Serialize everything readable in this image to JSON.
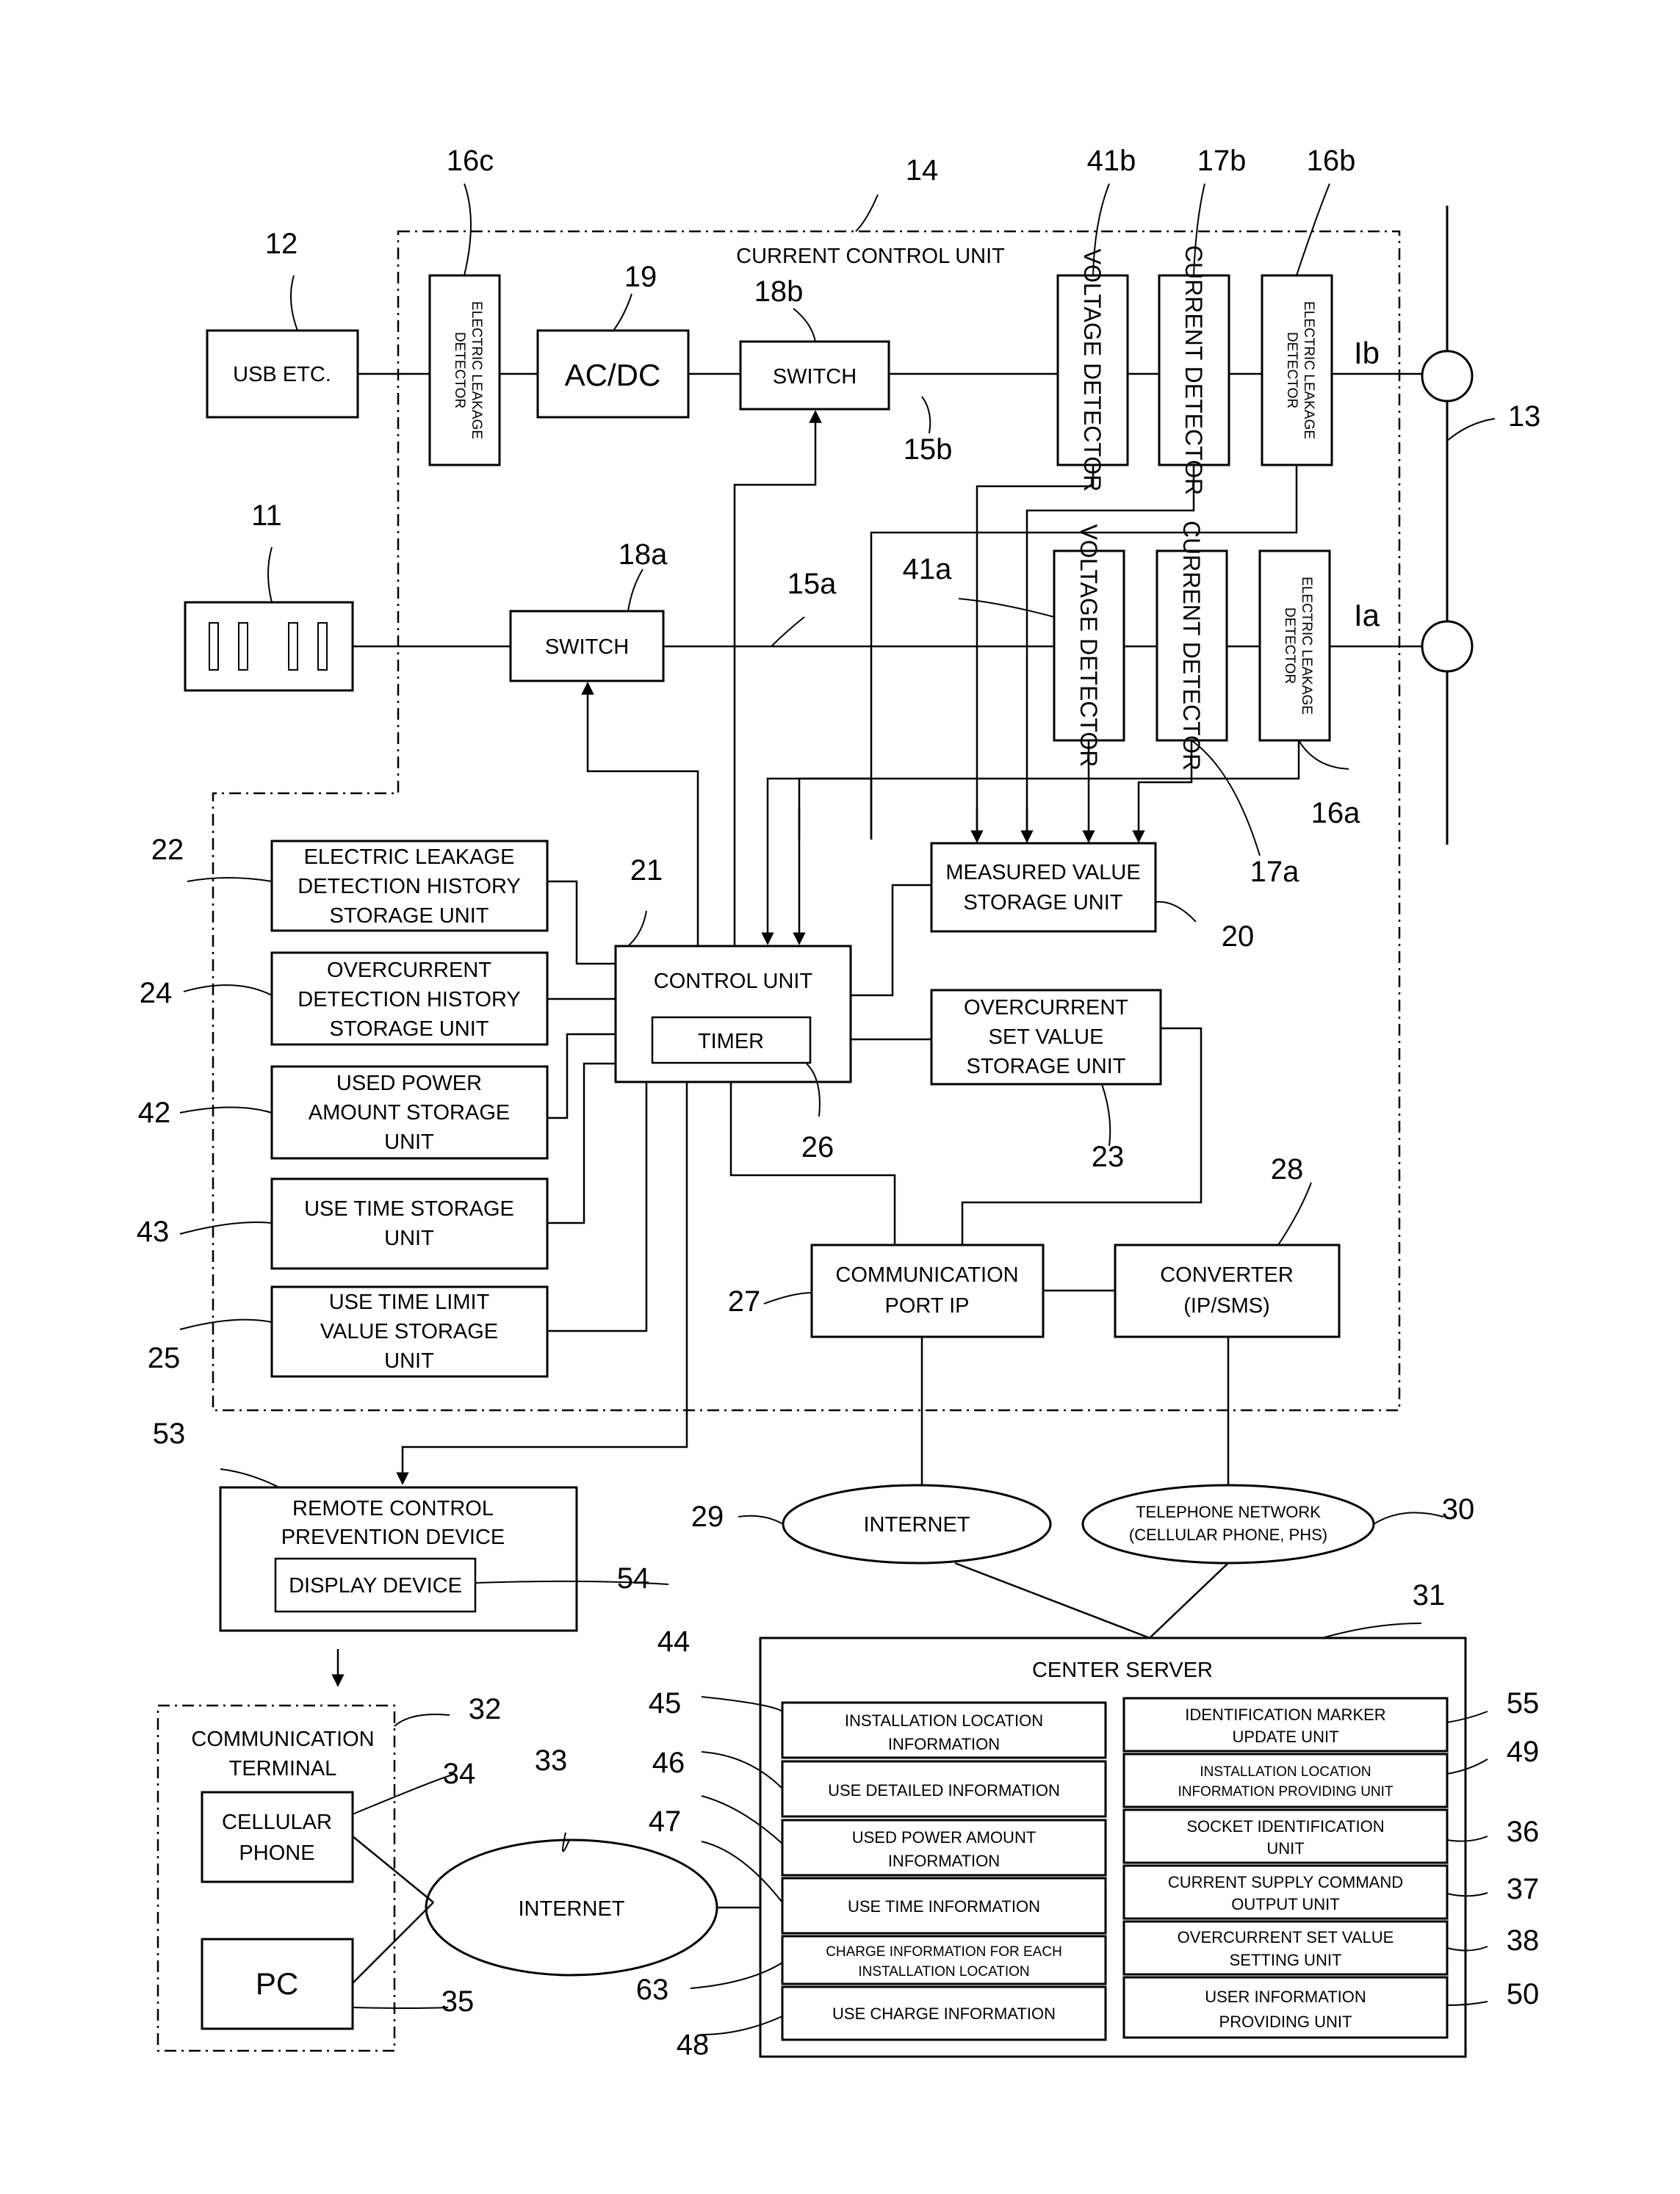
{
  "labels": {
    "usb": "USB ETC.",
    "acdc": "AC/DC",
    "switch_b": "SWITCH",
    "switch_a": "SWITCH",
    "current_control_unit": "CURRENT CONTROL UNIT",
    "voltage_detector": "VOLTAGE DETECTOR",
    "current_detector": "CURRENT DETECTOR",
    "electric_leakage_detector_l1": "ELECTRIC LEAKAGE",
    "electric_leakage_detector_l2": "DETECTOR",
    "ib": "Ib",
    "ia": "Ia",
    "measured_value_l1": "MEASURED VALUE",
    "measured_value_l2": "STORAGE UNIT",
    "control_unit": "CONTROL UNIT",
    "timer": "TIMER",
    "overcurrent_set_l1": "OVERCURRENT",
    "overcurrent_set_l2": "SET VALUE",
    "overcurrent_set_l3": "STORAGE UNIT",
    "leak_hist_l1": "ELECTRIC LEAKAGE",
    "leak_hist_l2": "DETECTION HISTORY",
    "leak_hist_l3": "STORAGE UNIT",
    "oc_hist_l1": "OVERCURRENT",
    "oc_hist_l2": "DETECTION HISTORY",
    "oc_hist_l3": "STORAGE UNIT",
    "power_l1": "USED POWER",
    "power_l2": "AMOUNT STORAGE",
    "power_l3": "UNIT",
    "usetime_l1": "USE TIME STORAGE",
    "usetime_l2": "UNIT",
    "limit_l1": "USE TIME LIMIT",
    "limit_l2": "VALUE STORAGE",
    "limit_l3": "UNIT",
    "comm_port_l1": "COMMUNICATION",
    "comm_port_l2": "PORT IP",
    "converter_l1": "CONVERTER",
    "converter_l2": "(IP/SMS)",
    "internet_top": "INTERNET",
    "tel_l1": "TELEPHONE NETWORK",
    "tel_l2": "(CELLULAR PHONE, PHS)",
    "remote_l1": "REMOTE CONTROL",
    "remote_l2": "PREVENTION DEVICE",
    "display": "DISPLAY DEVICE",
    "comm_terminal_l1": "COMMUNICATION",
    "comm_terminal_l2": "TERMINAL",
    "cell_l1": "CELLULAR",
    "cell_l2": "PHONE",
    "pc": "PC",
    "internet_bottom": "INTERNET",
    "center_server": "CENTER SERVER",
    "s44_l1": "INSTALLATION LOCATION",
    "s44_l2": "INFORMATION",
    "s45": "USE DETAILED INFORMATION",
    "s46_l1": "USED POWER AMOUNT",
    "s46_l2": "INFORMATION",
    "s47": "USE TIME INFORMATION",
    "s63_l1": "CHARGE INFORMATION FOR EACH",
    "s63_l2": "INSTALLATION LOCATION",
    "s48": "USE CHARGE INFORMATION",
    "s55_l1": "IDENTIFICATION MARKER",
    "s55_l2": "UPDATE UNIT",
    "s49_l1": "INSTALLATION LOCATION",
    "s49_l2": "INFORMATION PROVIDING UNIT",
    "s36_l1": "SOCKET IDENTIFICATION",
    "s36_l2": "UNIT",
    "s37_l1": "CURRENT SUPPLY COMMAND",
    "s37_l2": "OUTPUT UNIT",
    "s38_l1": "OVERCURRENT SET VALUE",
    "s38_l2": "SETTING UNIT",
    "s50_l1": "USER INFORMATION",
    "s50_l2": "PROVIDING UNIT"
  },
  "refs": {
    "r12": "12",
    "r16c": "16c",
    "r14": "14",
    "r41b": "41b",
    "r17b": "17b",
    "r16b": "16b",
    "r19": "19",
    "r18b": "18b",
    "r15b": "15b",
    "r13": "13",
    "r11": "11",
    "r18a": "18a",
    "r15a": "15a",
    "r41a": "41a",
    "r16a": "16a",
    "r17a": "17a",
    "r22": "22",
    "r21": "21",
    "r20": "20",
    "r24": "24",
    "r42": "42",
    "r26": "26",
    "r23": "23",
    "r43": "43",
    "r28": "28",
    "r27": "27",
    "r25": "25",
    "r53": "53",
    "r29": "29",
    "r30": "30",
    "r54": "54",
    "r31": "31",
    "r32": "32",
    "r34": "34",
    "r33": "33",
    "r35": "35",
    "r44": "44",
    "r45": "45",
    "r46": "46",
    "r47": "47",
    "r63": "63",
    "r48": "48",
    "r55": "55",
    "r49": "49",
    "r36": "36",
    "r37": "37",
    "r38": "38",
    "r50": "50"
  }
}
